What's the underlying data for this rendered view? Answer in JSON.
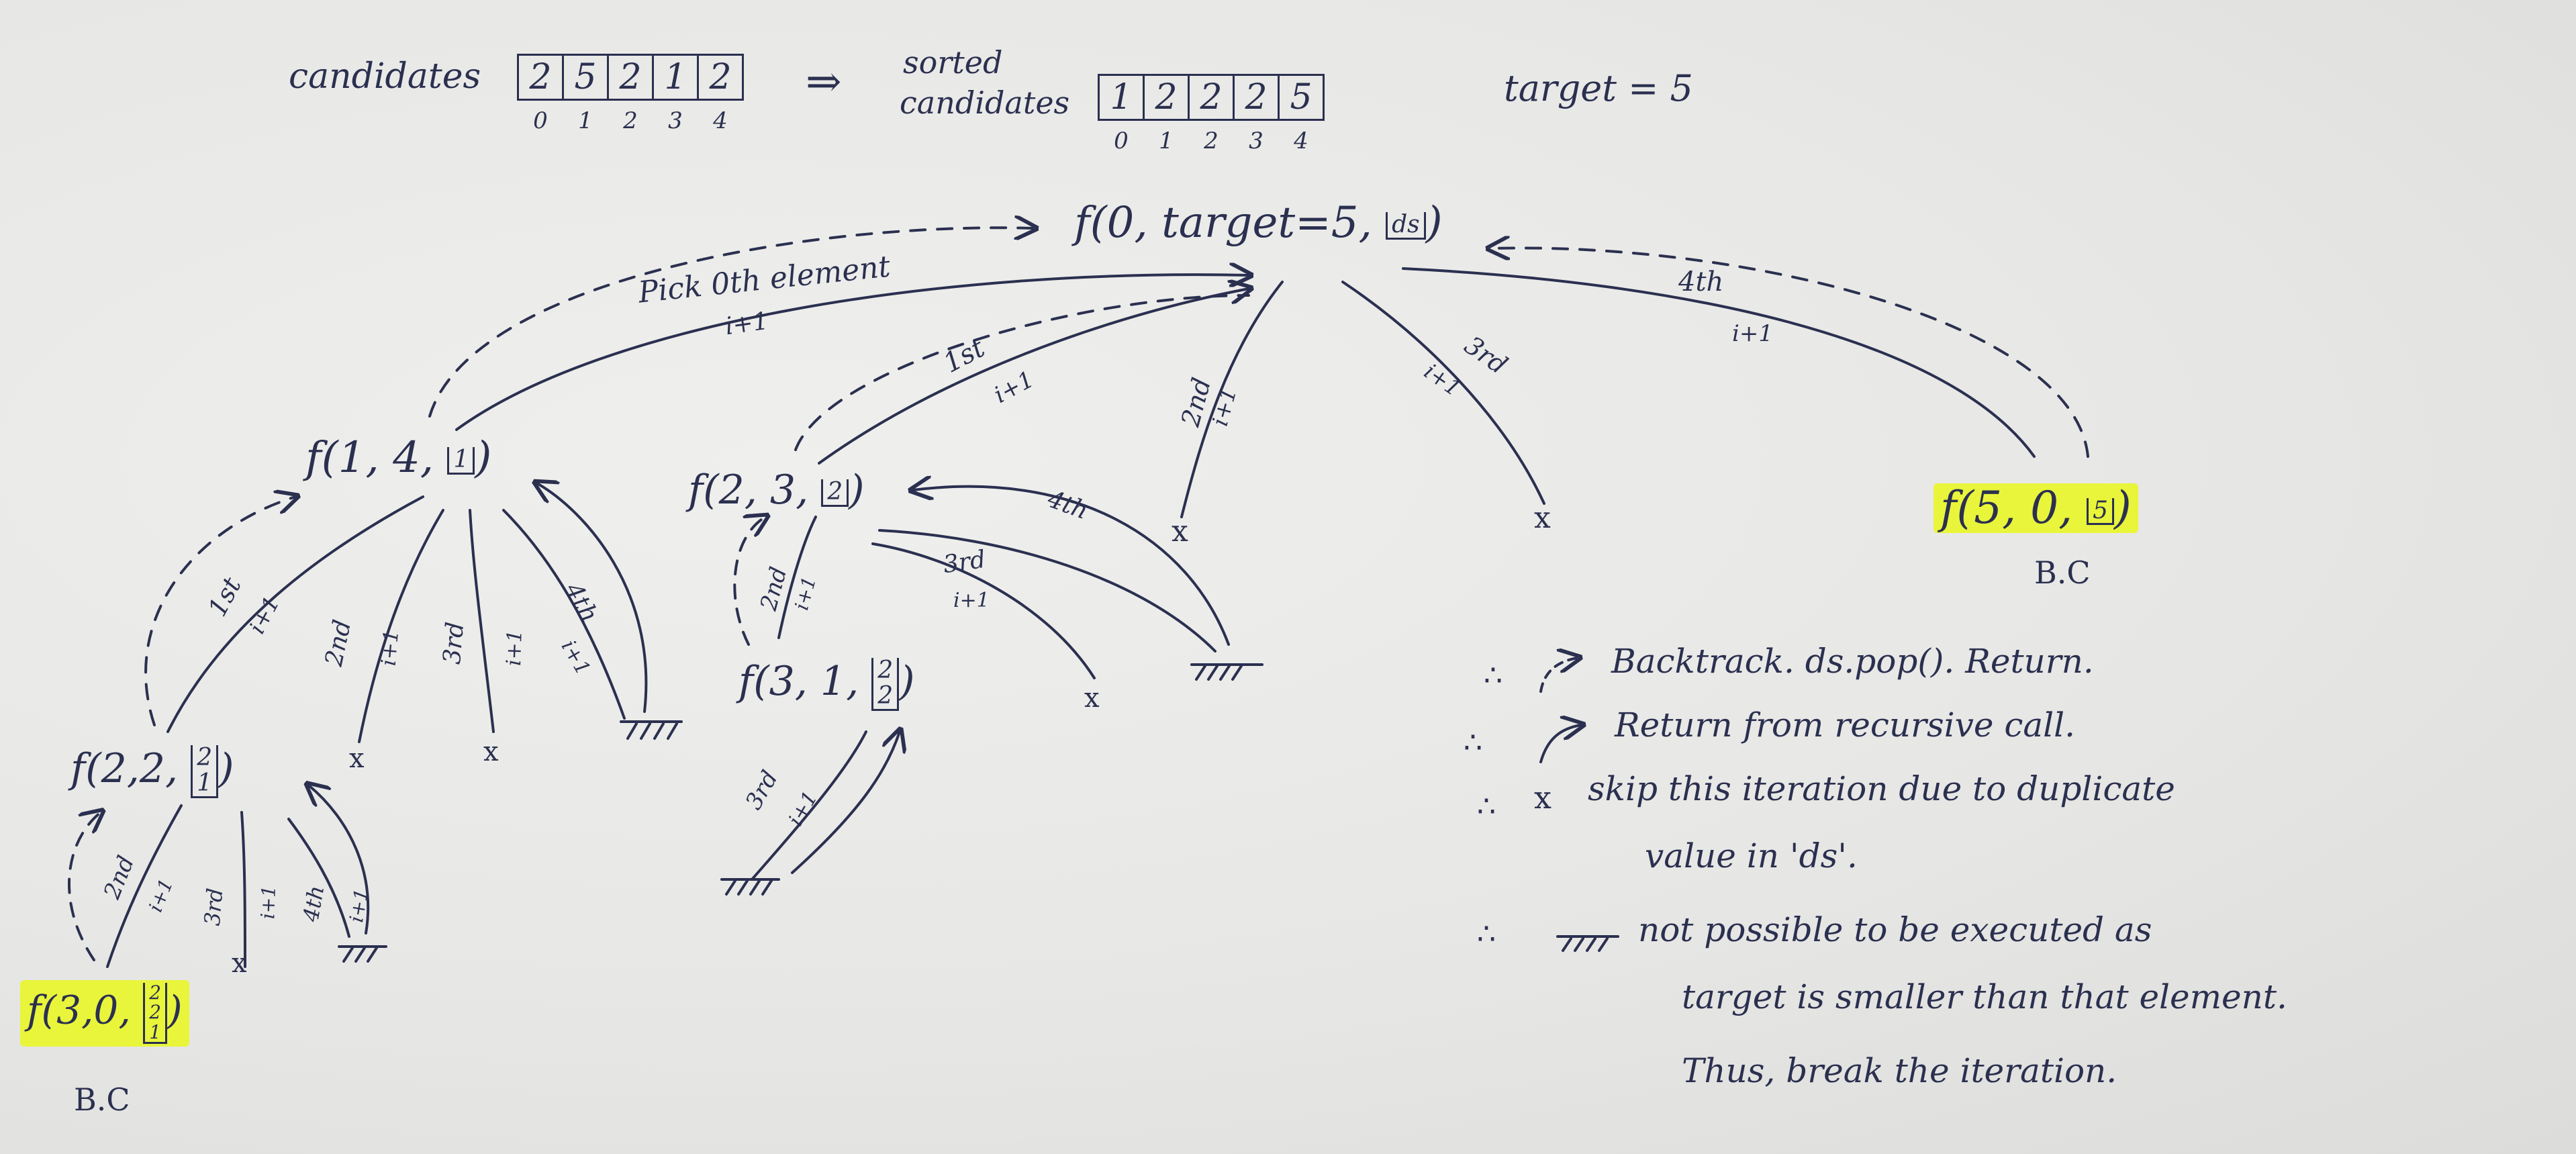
{
  "header": {
    "candidates_label": "candidates",
    "candidates": [
      "2",
      "5",
      "2",
      "1",
      "2"
    ],
    "candidate_indices": [
      "0",
      "1",
      "2",
      "3",
      "4"
    ],
    "arrow": "⇒",
    "sorted_label_line1": "sorted",
    "sorted_label_line2": "candidates",
    "sorted": [
      "1",
      "2",
      "2",
      "2",
      "5"
    ],
    "sorted_indices": [
      "0",
      "1",
      "2",
      "3",
      "4"
    ],
    "target": "target = 5"
  },
  "nodes": {
    "root": {
      "text": "f(0, target=5, ",
      "box": "ds",
      "close": ")"
    },
    "n1": {
      "text": "f(1, 4, ",
      "box": "1",
      "close": ")"
    },
    "n2": {
      "text": "f(2, 3, ",
      "box": "2",
      "close": ")"
    },
    "n3": {
      "text": "f(5, 0, ",
      "box": "5",
      "close": ")"
    },
    "n4": {
      "text": "f(2,2, ",
      "box_items": [
        "2",
        "1"
      ],
      "close": ")"
    },
    "n5": {
      "text": "f(3, 1, ",
      "box_items": [
        "2",
        "2"
      ],
      "close": ")"
    },
    "n6": {
      "text": "f(3,0, ",
      "box_items": [
        "2",
        "2",
        "1"
      ],
      "close": ")"
    }
  },
  "base_case_labels": [
    "B.C",
    "B.C"
  ],
  "edge_labels": {
    "pick0": "Pick 0th element",
    "i_plus_1": "i+1",
    "first": "1st",
    "second": "2nd",
    "third": "3rd",
    "fourth": "4th"
  },
  "skip_mark": "x",
  "legend": {
    "backtrack": "Backtrack. ds.pop(). Return.",
    "return_call": "Return from recursive call.",
    "skip_line1": "skip this iteration due to duplicate",
    "skip_line2": "value in 'ds'.",
    "break_line1": "not possible to be executed as",
    "break_line2": "target is smaller than that element.",
    "break_line3": "Thus, break the iteration.",
    "bullet": "∴"
  },
  "colors": {
    "ink": "#2b3050",
    "highlight": "#e9f53a"
  }
}
